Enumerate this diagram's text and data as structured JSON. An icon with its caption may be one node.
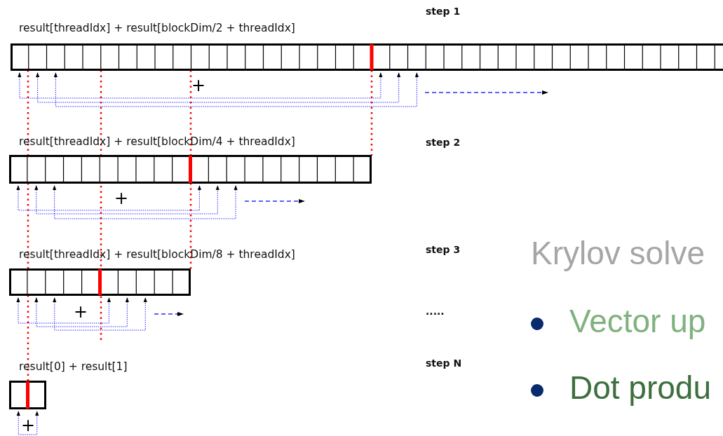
{
  "diagram": {
    "nodes": [
      {
        "text": [
          "result[threadIdx] + result[blockDim/2 + threadIdx]"
        ],
        "beside": [
          "+"
        ]
      },
      {
        "text": [
          "result[threadIdx] + result[blockDim/4 + threadIdx]"
        ],
        "beside": [
          "+"
        ]
      },
      {
        "text": [
          "result[threadIdx] + result[blockDim/8 + threadIdx]"
        ],
        "beside": [
          "+"
        ]
      },
      {
        "text": [
          "result[0] + result[1]"
        ],
        "beside": [
          "+"
        ]
      }
    ],
    "edges": [
      {
        "from": 0,
        "to": 1,
        "arrow": "none",
        "style": "dashed",
        "color": "#ff0000"
      },
      {
        "from": 1,
        "to": 2,
        "arrow": "none",
        "style": "dashed",
        "color": "#ff0000"
      },
      {
        "from": 2,
        "to": 3,
        "arrow": "none",
        "style": "dashed",
        "color": "#ff0000"
      },
      {
        "from": 0,
        "to": 1,
        "arrow": "none",
        "style": "dashed",
        "color": "#ff0000"
      },
      {
        "from": 1,
        "to": 2,
        "arrow": "none",
        "style": "dashed",
        "color": "#ff0000"
      },
      {
        "from": 0,
        "to": 1,
        "arrow": "none",
        "style": "dashed",
        "color": "#ff0000"
      },
      {
        "from": 0,
        "to": 0,
        "arrow": "both",
        "style": "dashed",
        "color": "#2b2bff"
      },
      {
        "from": 0,
        "to": 0,
        "arrow": "both",
        "style": "dashed",
        "color": "#2b2bff"
      },
      {
        "from": 0,
        "to": 0,
        "arrow": "both",
        "style": "dashed",
        "color": "#2b2bff"
      },
      {
        "from": 1,
        "to": 1,
        "arrow": "both",
        "style": "dashed",
        "color": "#2b2bff"
      },
      {
        "from": 1,
        "to": 1,
        "arrow": "both",
        "style": "dashed",
        "color": "#2b2bff"
      },
      {
        "from": 1,
        "to": 1,
        "arrow": "both",
        "style": "dashed",
        "color": "#2b2bff"
      },
      {
        "from": 2,
        "to": 2,
        "arrow": "both",
        "style": "dashed",
        "color": "#2b2bff"
      },
      {
        "from": 2,
        "to": 2,
        "arrow": "both",
        "style": "dashed",
        "color": "#2b2bff"
      },
      {
        "from": 2,
        "to": 2,
        "arrow": "both",
        "style": "dashed",
        "color": "#2b2bff"
      },
      {
        "from": 3,
        "to": 3,
        "arrow": "both",
        "style": "dashed",
        "color": "#2b2bff"
      }
    ],
    "labels": [
      "step 1",
      "step 2",
      "step 3",
      "Krylov solve",
      ".....",
      "Vector up",
      "step N",
      "Dot produ"
    ]
  }
}
